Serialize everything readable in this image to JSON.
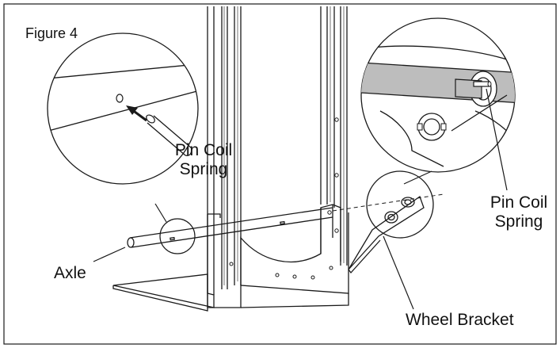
{
  "figure": {
    "title": "Figure 4",
    "labels": {
      "pin_left_line1": "Pin Coil",
      "pin_left_line2": "Spring",
      "pin_right_line1": "Pin Coil",
      "pin_right_line2": "Spring",
      "axle": "Axle",
      "wheel_bracket": "Wheel Bracket"
    },
    "colors": {
      "line": "#1a1a1a",
      "fill_gray": "#bdbdbd",
      "background": "#ffffff"
    }
  }
}
